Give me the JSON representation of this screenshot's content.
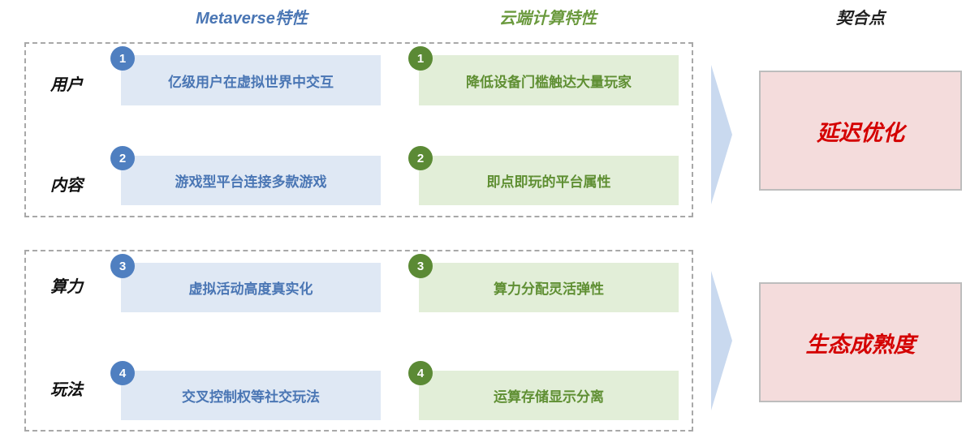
{
  "headers": {
    "metaverse": "Metaverse特性",
    "cloud": "云端计算特性",
    "fit": "契合点"
  },
  "rows": [
    {
      "label": "用户",
      "num": "1",
      "meta": "亿级用户在虚拟世界中交互",
      "cloud": "降低设备门槛触达大量玩家"
    },
    {
      "label": "内容",
      "num": "2",
      "meta": "游戏型平台连接多款游戏",
      "cloud": "即点即玩的平台属性"
    },
    {
      "label": "算力",
      "num": "3",
      "meta": "虚拟活动高度真实化",
      "cloud": "算力分配灵活弹性"
    },
    {
      "label": "玩法",
      "num": "4",
      "meta": "交叉控制权等社交玩法",
      "cloud": "运算存储显示分离"
    }
  ],
  "results": [
    "延迟优化",
    "生态成熟度"
  ],
  "colors": {
    "meta_box": "#dfe8f4",
    "meta_text": "#4a76b4",
    "cloud_box": "#e2eed8",
    "cloud_text": "#5f8f33",
    "result_box": "#f4dcdc",
    "result_text": "#d40000",
    "arrow": "#c9d9ef"
  }
}
